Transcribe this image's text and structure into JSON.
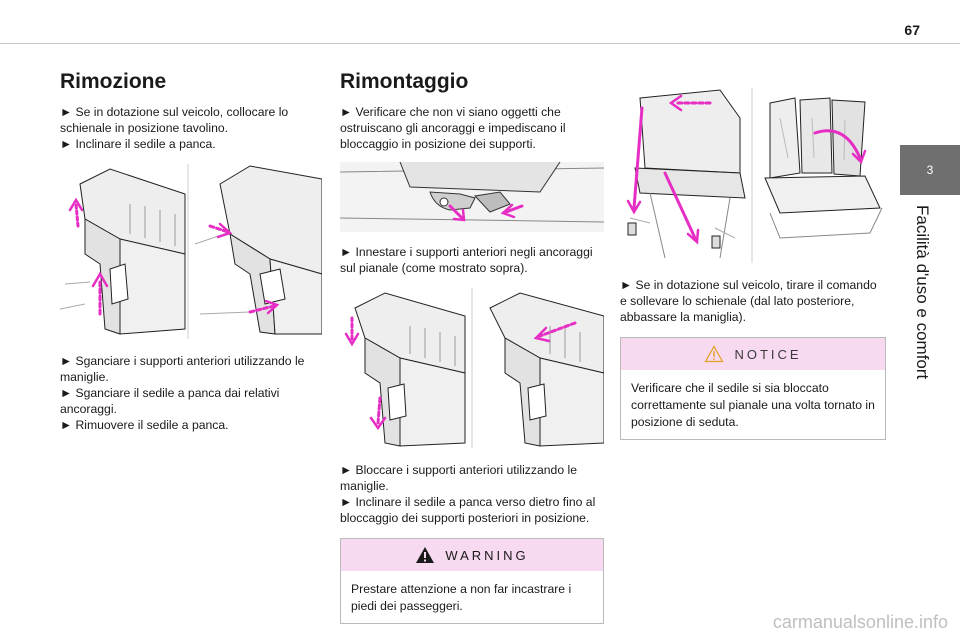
{
  "page": {
    "number": "67"
  },
  "chapter": {
    "tab_number": "3",
    "title": "Facilità d'uso e comfort"
  },
  "col1": {
    "heading": "Rimozione",
    "steps_a": [
      "Se in dotazione sul veicolo, collocare lo schienale in posizione tavolino.",
      "Inclinare il sedile a panca."
    ],
    "steps_b": [
      "Sganciare i supporti anteriori utilizzando le maniglie.",
      "Sganciare il sedile a panca dai relativi ancoraggi.",
      "Rimuovere il sedile a panca."
    ]
  },
  "col2": {
    "heading": "Rimontaggio",
    "steps_a": [
      "Verificare che non vi siano oggetti che ostruiscano gli ancoraggi e impediscano il bloccaggio in posizione dei supporti."
    ],
    "steps_b": [
      "Innestare i supporti anteriori negli ancoraggi sul pianale (come mostrato sopra)."
    ],
    "steps_c": [
      "Bloccare i supporti anteriori utilizzando le maniglie.",
      "Inclinare il sedile a panca verso dietro fino al bloccaggio dei supporti posteriori in posizione."
    ],
    "warning": {
      "title": "WARNING",
      "text": "Prestare attenzione a non far incastrare i piedi dei passeggeri."
    }
  },
  "col3": {
    "steps_a": [
      "Se in dotazione sul veicolo, tirare il comando e sollevare lo schienale (dal lato posteriore, abbassare la maniglia)."
    ],
    "notice": {
      "title": "NOTICE",
      "text": "Verificare che il sedile si sia bloccato correttamente sul pianale una volta tornato in posizione di seduta."
    }
  },
  "footer": {
    "watermark": "carmanualsonline.info"
  },
  "colors": {
    "accent_magenta": "#e62ec4",
    "box_header_pink": "#f7d9f0",
    "chapter_tab_gray": "#6f6f6f"
  },
  "icons": [
    "warning-triangle-icon",
    "notice-triangle-icon"
  ]
}
